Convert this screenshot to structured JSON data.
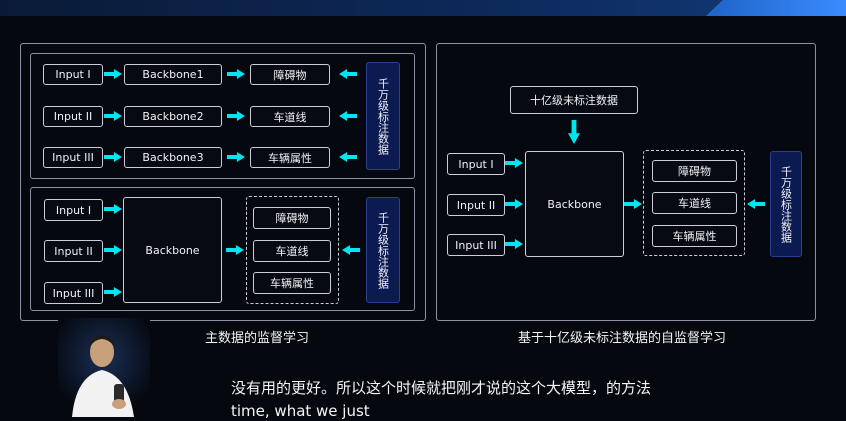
{
  "left": {
    "top": {
      "inputs": [
        "Input I",
        "Input II",
        "Input III"
      ],
      "backbones": [
        "Backbone1",
        "Backbone2",
        "Backbone3"
      ],
      "outputs": [
        "障碍物",
        "车道线",
        "车辆属性"
      ],
      "side_label": "千万级标注数据"
    },
    "bottom": {
      "inputs": [
        "Input I",
        "Input II",
        "Input III"
      ],
      "backbone": "Backbone",
      "outputs": [
        "障碍物",
        "车道线",
        "车辆属性"
      ],
      "side_label": "千万级标注数据"
    },
    "caption": "主数据的监督学习"
  },
  "right": {
    "top_label": "十亿级未标注数据",
    "inputs": [
      "Input I",
      "Input II",
      "Input III"
    ],
    "backbone": "Backbone",
    "outputs": [
      "障碍物",
      "车道线",
      "车辆属性"
    ],
    "side_label": "千万级标注数据",
    "caption": "基于十亿级未标注数据的自监督学习"
  },
  "subtitle": {
    "line1": "没有用的更好。所以这个时候就把刚才说的这个大模型，的方法",
    "line2": "time, what we just"
  },
  "colors": {
    "arrow": "#00e5f0",
    "side_label_bg": "#0c1a52",
    "border": "#c9ced8"
  }
}
